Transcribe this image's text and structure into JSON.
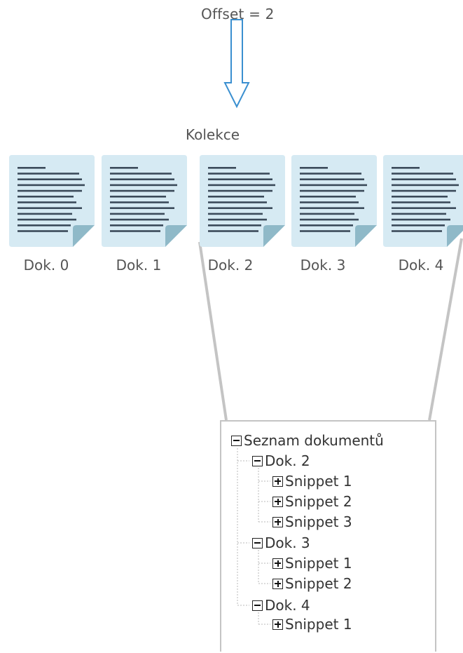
{
  "offset_label": "Offset  = 2",
  "collection_label": "Kolekce",
  "documents": [
    {
      "label": "Dok. 0"
    },
    {
      "label": "Dok. 1"
    },
    {
      "label": "Dok. 2"
    },
    {
      "label": "Dok. 3"
    },
    {
      "label": "Dok. 4"
    }
  ],
  "tree": {
    "root": "Seznam dokumentů",
    "nodes": [
      {
        "label": "Dok. 2",
        "snippets": [
          "Snippet 1",
          "Snippet 2",
          "Snippet 3"
        ]
      },
      {
        "label": "Dok. 3",
        "snippets": [
          "Snippet 1",
          "Snippet 2"
        ]
      },
      {
        "label": "Dok. 4",
        "snippets": [
          "Snippet 1"
        ]
      }
    ]
  },
  "colors": {
    "doc_fill": "#d6eaf3",
    "doc_fold": "#8fb9c8",
    "doc_lines": "#3b4a5a",
    "arrow": "#3a8fd0",
    "connector": "#c4c4c4",
    "text": "#555555"
  }
}
